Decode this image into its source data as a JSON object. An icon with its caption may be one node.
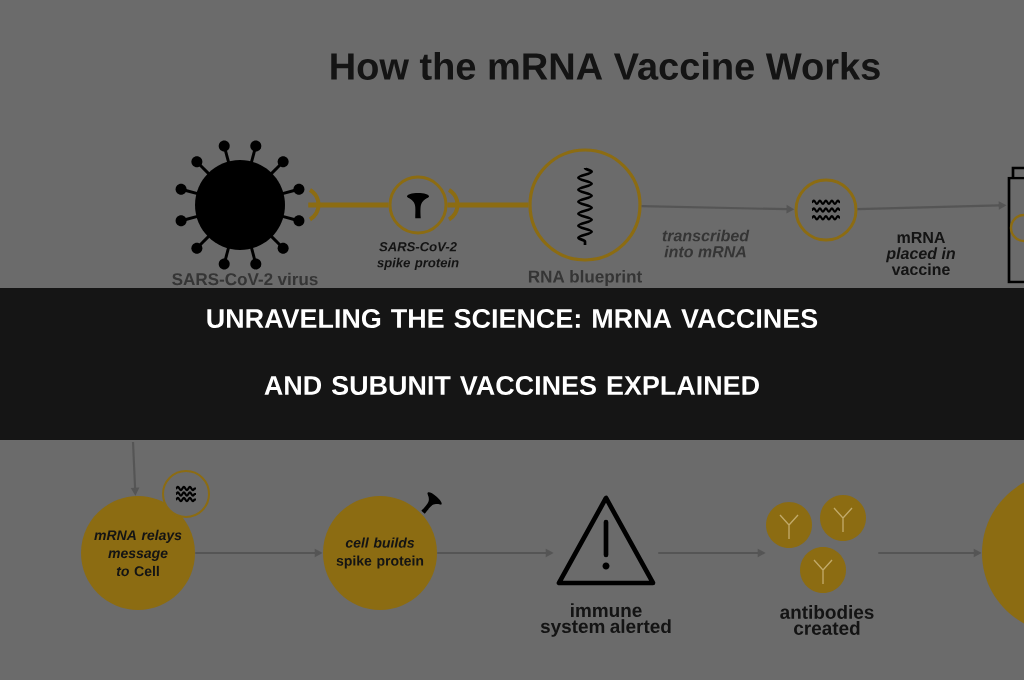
{
  "diagram": {
    "title": "UNRAVELING THE SCIENCE: MRNA VACCINES AND SUBUNIT VACCINES EXPLAINED",
    "nodes": [
      {
        "text": [
          "SARS-CoV-2 virus"
        ]
      },
      {
        "text": [
          "SARS-CoV-2 spike protein"
        ]
      },
      {
        "text": [
          "RNA blueprint"
        ]
      },
      {
        "text": [],
        "shape": "circle"
      },
      {
        "text": [],
        "shape": "picture"
      },
      {
        "text": [
          "*mRNA relays message to* Cell"
        ]
      },
      {
        "text": [
          "*cell builds* spike protein"
        ]
      },
      {
        "text": [
          "immune system alerted"
        ]
      },
      {
        "text": [
          "antibodies created"
        ]
      },
      {
        "text": [],
        "shape": "circle"
      }
    ],
    "edges": [
      {
        "from": 0,
        "to": 1,
        "arrow": "none",
        "style": "thick",
        "color": "#8c6c12"
      },
      {
        "from": 1,
        "to": 2,
        "arrow": "none",
        "style": "thick",
        "color": "#8c6c12"
      },
      {
        "from": 2,
        "to": 3,
        "arrow": "to",
        "label": "transcribed into mRNA"
      },
      {
        "from": 3,
        "to": 4,
        "arrow": "to",
        "label": "mRNA *placed in* vaccine"
      },
      {
        "from": null,
        "to": 5,
        "arrow": "to"
      },
      {
        "from": 5,
        "to": 6,
        "arrow": "to"
      },
      {
        "from": 6,
        "to": 7,
        "arrow": "to"
      },
      {
        "from": 7,
        "to": 8,
        "arrow": "to"
      },
      {
        "from": 8,
        "to": 9,
        "arrow": "to"
      }
    ],
    "labels": [
      "How the mRNA Vaccine Works"
    ]
  }
}
